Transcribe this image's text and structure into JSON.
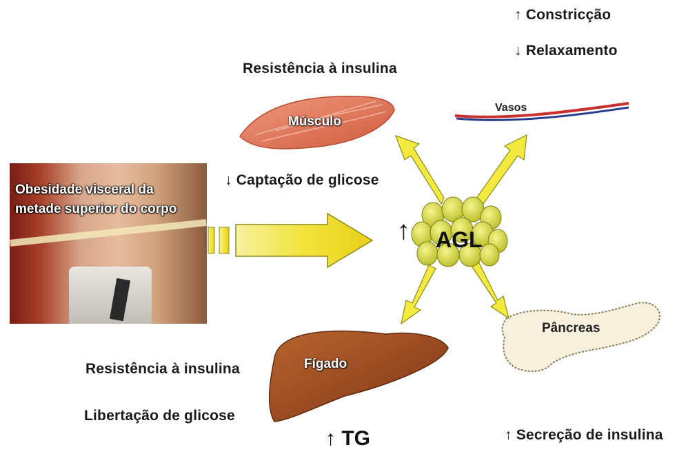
{
  "photo": {
    "caption": "Obesidade visceral da metade superior do corpo"
  },
  "center": {
    "label": "AGL",
    "arrow": "↑"
  },
  "muscle": {
    "organ_label": "Músculo",
    "top_text": "Resistência à insulina",
    "bottom_text": "↓ Captação de glicose"
  },
  "vessels": {
    "organ_label": "Vasos",
    "line1": "↑ Constricção",
    "line2": "↓ Relaxamento"
  },
  "liver": {
    "organ_label": "Fígado",
    "text1": "Resistência à insulina",
    "text2": "Libertação de glicose",
    "tg": "↑ TG"
  },
  "pancreas": {
    "organ_label": "Pâncreas",
    "text": "↑ Secreção de insulina"
  },
  "colors": {
    "arrow_fill": "#f2ea3e",
    "arrow_stroke": "#8d8a1a",
    "agl_fill": "#d9dc4a",
    "muscle": "#e07a5f",
    "liver": "#9c4a24",
    "pancreas": "#f6f0dc"
  }
}
